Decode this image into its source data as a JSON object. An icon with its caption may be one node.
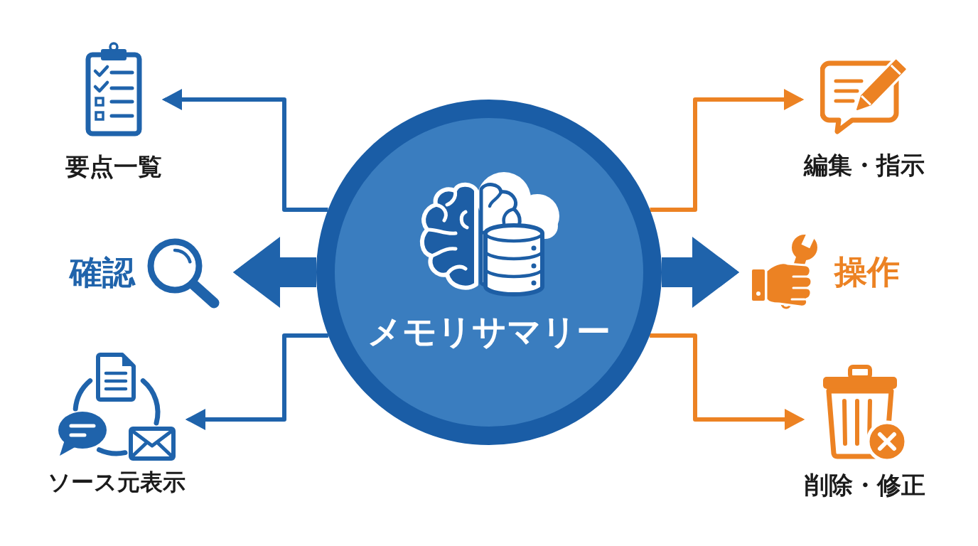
{
  "diagram": {
    "nodes": [
      {
        "text": [
          "メモリサマリー"
        ]
      },
      {
        "text": [
          "要点一覧"
        ]
      },
      {
        "text": [
          "確認"
        ]
      },
      {
        "text": [
          "ソース元表示"
        ]
      },
      {
        "text": [
          "編集・指示"
        ]
      },
      {
        "text": [
          "操作"
        ]
      },
      {
        "text": [
          "削除・修正"
        ]
      }
    ],
    "edges": [
      {
        "from": 0,
        "to": 1,
        "arrow": "to"
      },
      {
        "from": 0,
        "to": 2,
        "arrow": "to",
        "style": "thick"
      },
      {
        "from": 0,
        "to": 3,
        "arrow": "to"
      },
      {
        "from": 0,
        "to": 4,
        "arrow": "to",
        "color": "#ec8223"
      },
      {
        "from": 0,
        "to": 5,
        "arrow": "to",
        "style": "thick"
      },
      {
        "from": 0,
        "to": 6,
        "arrow": "to",
        "color": "#ec8223"
      }
    ]
  }
}
